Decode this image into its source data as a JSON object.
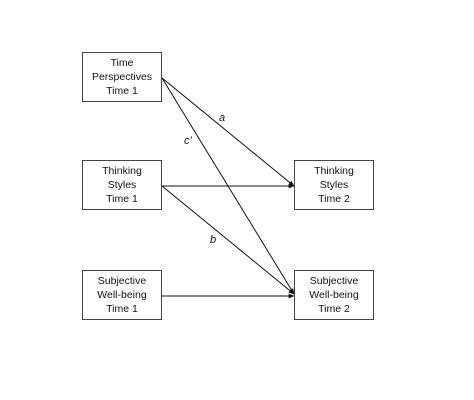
{
  "nodes": {
    "tp1": {
      "lines": [
        "Time",
        "Perspectives",
        "Time 1"
      ]
    },
    "ts1": {
      "lines": [
        "Thinking",
        "Styles",
        "Time 1"
      ]
    },
    "sw1": {
      "lines": [
        "Subjective",
        "Well-being",
        "Time 1"
      ]
    },
    "ts2": {
      "lines": [
        "Thinking",
        "Styles",
        "Time 2"
      ]
    },
    "sw2": {
      "lines": [
        "Subjective",
        "Well-being",
        "Time 2"
      ]
    }
  },
  "paths": {
    "a": "a",
    "c_prime": "c’",
    "b": "b"
  },
  "edges": [
    {
      "from": "tp1",
      "to": "ts2"
    },
    {
      "from": "tp1",
      "to": "sw2"
    },
    {
      "from": "ts1",
      "to": "ts2"
    },
    {
      "from": "ts1",
      "to": "sw2"
    },
    {
      "from": "sw1",
      "to": "sw2"
    }
  ],
  "colors": {
    "line": "#111111",
    "border": "#444444"
  }
}
